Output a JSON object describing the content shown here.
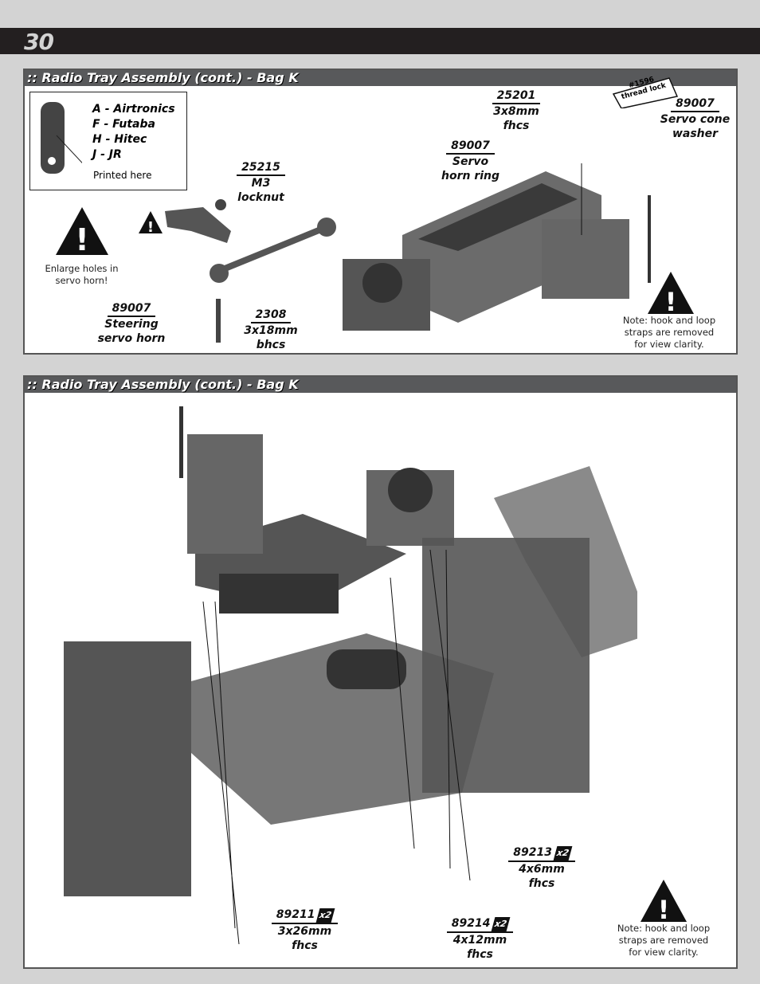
{
  "page_number": "30",
  "section1": {
    "title": ":: Radio Tray Assembly (cont.) - Bag K",
    "legend": {
      "items": [
        "A - Airtronics",
        "F - Futaba",
        "H - Hitec",
        "J - JR"
      ],
      "caption": "Printed here"
    },
    "warning1": "Enlarge holes in servo horn!",
    "parts": [
      {
        "num": "25215",
        "desc": [
          "M3",
          "locknut"
        ]
      },
      {
        "num": "89007",
        "desc": [
          "Steering",
          "servo horn"
        ]
      },
      {
        "num": "2308",
        "desc": [
          "3x18mm",
          "bhcs"
        ]
      },
      {
        "num": "25201",
        "desc": [
          "3x8mm",
          "fhcs"
        ]
      },
      {
        "num": "89007",
        "desc": [
          "Servo cone",
          "washer"
        ]
      },
      {
        "num": "89007",
        "desc": [
          "Servo",
          "horn ring"
        ]
      }
    ],
    "thread_lock": [
      "#1596",
      "thread lock"
    ],
    "note": [
      "Note:  hook and loop",
      "straps are removed",
      "for view clarity."
    ]
  },
  "section2": {
    "title": ":: Radio Tray Assembly (cont.) - Bag K",
    "parts": [
      {
        "num": "89213",
        "qty": "x2",
        "desc": [
          "4x6mm",
          "fhcs"
        ]
      },
      {
        "num": "89211",
        "qty": "x2",
        "desc": [
          "3x26mm",
          "fhcs"
        ]
      },
      {
        "num": "89214",
        "qty": "x2",
        "desc": [
          "4x12mm",
          "fhcs"
        ]
      }
    ],
    "note": [
      "Note:  hook and loop",
      "straps are removed",
      "for view clarity."
    ]
  }
}
